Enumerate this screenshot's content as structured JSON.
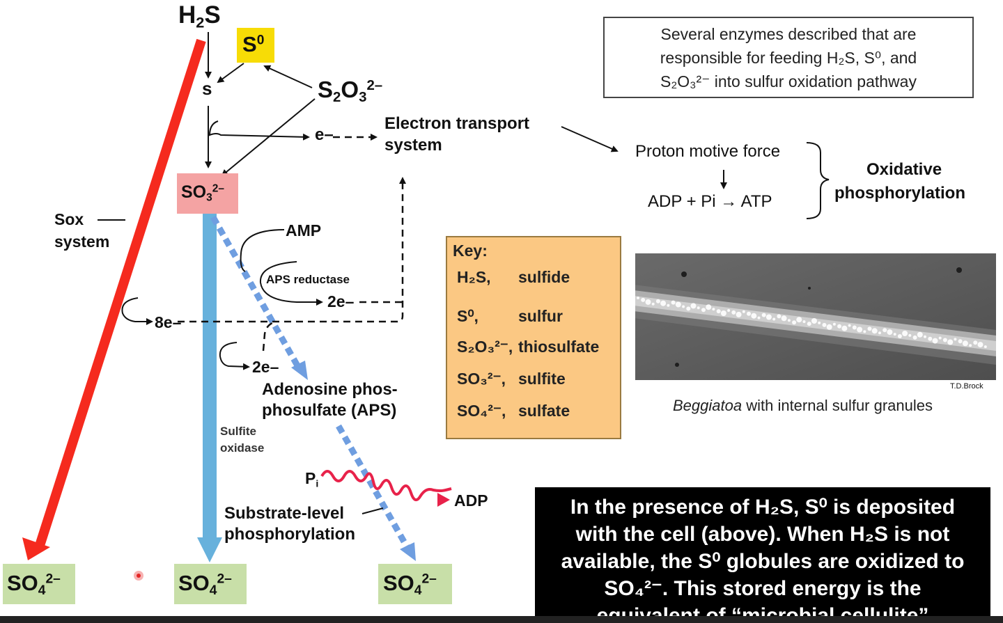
{
  "compounds": {
    "h2s": {
      "base": "H",
      "sub": "2",
      "after": "S"
    },
    "s0": {
      "base": "S",
      "sup": "0"
    },
    "s": "s",
    "thiosulfate": {
      "b1": "S",
      "s1": "2",
      "b2": "O",
      "s2": "3",
      "sup": "2–"
    },
    "sulfite": {
      "base": "SO",
      "sub": "3",
      "sup": "2–"
    },
    "sulfate": {
      "base": "SO",
      "sub": "4",
      "sup": "2–"
    }
  },
  "labels": {
    "electron": "e–",
    "ets_line1": "Electron transport",
    "ets_line2": "system",
    "pmf": "Proton motive force",
    "adp_atp": "ADP + Pi → ATP",
    "oxphos_line1": "Oxidative",
    "oxphos_line2": "phosphorylation",
    "sox_line1": "Sox",
    "sox_line2": "system",
    "amp": "AMP",
    "aps_reductase": "APS reductase",
    "two_e": "2e–",
    "eight_e": "8e–",
    "aps_line1": "Adenosine phos-",
    "aps_line2": "phosulfate (APS)",
    "sulfite_oxidase_line1": "Sulfite",
    "sulfite_oxidase_line2": "oxidase",
    "pi": {
      "base": "P",
      "sub": "i"
    },
    "adp": "ADP",
    "substrate_line1": "Substrate-level",
    "substrate_line2": "phosphorylation"
  },
  "info_box": {
    "line1": "Several enzymes described that are",
    "line2": "responsible for feeding H₂S, S⁰, and",
    "line3": "S₂O₃²⁻ into sulfur oxidation pathway"
  },
  "key": {
    "title": "Key:",
    "rows": [
      {
        "formula": "H₂S,",
        "name": "sulfide"
      },
      {
        "formula": "S⁰,",
        "name": "sulfur"
      },
      {
        "formula": "S₂O₃²⁻,",
        "name": "thiosulfate"
      },
      {
        "formula": "SO₃²⁻,",
        "name": "sulfite"
      },
      {
        "formula": "SO₄²⁻,",
        "name": "sulfate"
      }
    ]
  },
  "micrograph": {
    "credit": "T.D.Brock",
    "caption_italic": "Beggiatoa",
    "caption_rest": " with internal sulfur granules"
  },
  "black_box": {
    "line1": "In the presence of H₂S, S⁰ is deposited",
    "line2": "with the cell (above). When H₂S is not",
    "line3": "available, the S⁰ globules are oxidized to",
    "line4": "SO₄²⁻.  This stored energy is the",
    "line5": "equivalent of “microbial cellulite”"
  },
  "colors": {
    "sox_arrow": "#f52a1e",
    "sulfite_oxidase_arrow": "#67b1dc",
    "aps_dots": "#6f9ee0",
    "pi_wave": "#e8224a",
    "s0_box": "#f7dc06",
    "sulfite_box": "#f4a3a3",
    "sulfate_box": "#c8dfa8",
    "key_bg": "#fbc883",
    "black_box": "#000000"
  }
}
